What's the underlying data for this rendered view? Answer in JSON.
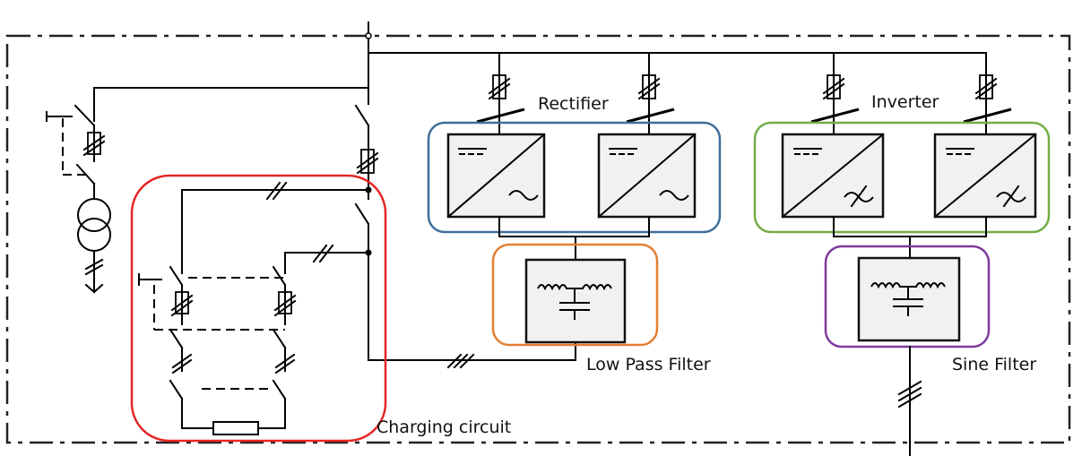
{
  "labels": {
    "rectifier": "Rectifier",
    "inverter": "Inverter",
    "low_pass_filter": "Low Pass Filter",
    "sine_filter": "Sine Filter",
    "charging_circuit": "Charging circuit"
  },
  "colors": {
    "rectifier_group": "#3f6e9a",
    "inverter_group": "#72ad47",
    "low_pass_filter_group": "#e47f31",
    "sine_filter_group": "#7e3a9d",
    "charging_circuit_group": "#e52626",
    "line": "#000000"
  },
  "icons": {
    "transformer": "transformer-icon",
    "breaker": "breaker-icon",
    "converter": "dc-ac-converter-icon",
    "filter": "lc-filter-icon",
    "resistor": "resistor-icon"
  }
}
